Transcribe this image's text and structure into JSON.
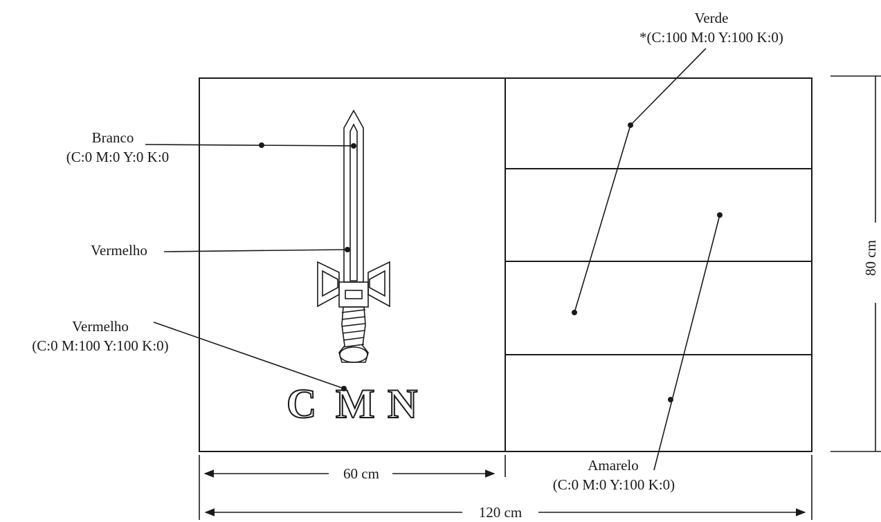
{
  "labels": {
    "verde_name": "Verde",
    "verde_cmyk": "*(C:100 M:0 Y:100 K:0)",
    "branco_name": "Branco",
    "branco_cmyk": "(C:0 M:0 Y:0 K:0",
    "vermelho_blade": "Vermelho",
    "vermelho_name": "Vermelho",
    "vermelho_cmyk": "(C:0 M:100 Y:100 K:0)",
    "amarelo_name": "Amarelo",
    "amarelo_cmyk": "(C:0 M:0 Y:100 K:0)"
  },
  "dimensions": {
    "half_width": "60 cm",
    "full_width": "120 cm",
    "height": "80 cm"
  },
  "emblem": {
    "letter_1": "C",
    "letter_2": "M",
    "letter_3": "N"
  }
}
